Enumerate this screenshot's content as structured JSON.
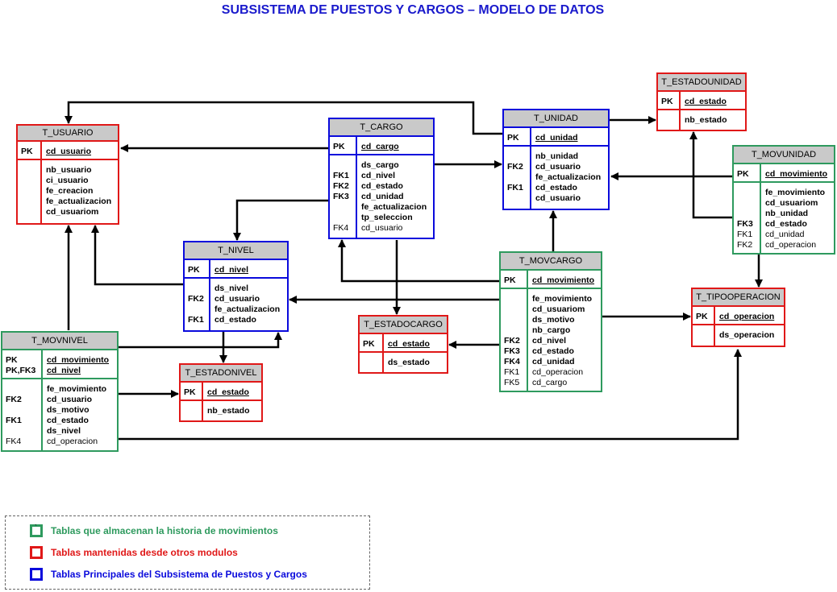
{
  "title": "SUBSISTEMA DE PUESTOS Y CARGOS – MODELO DE DATOS",
  "colors": {
    "history": "#2e9a5e",
    "external": "#e01818",
    "main": "#0a0adc",
    "header": "#c9c9c9"
  },
  "tables": {
    "t_usuario": {
      "name": "T_USUARIO",
      "pk": {
        "key": "PK",
        "field": "cd_usuario"
      },
      "rows": [
        {
          "key": "",
          "field": "nb_usuario",
          "bold": true
        },
        {
          "key": "",
          "field": "ci_usuario",
          "bold": true
        },
        {
          "key": "",
          "field": "fe_creacion",
          "bold": true
        },
        {
          "key": "",
          "field": "fe_actualizacion",
          "bold": true
        },
        {
          "key": "",
          "field": "cd_usuariom",
          "bold": true
        }
      ]
    },
    "t_cargo": {
      "name": "T_CARGO",
      "pk": {
        "key": "PK",
        "field": "cd_cargo"
      },
      "rows": [
        {
          "key": "",
          "field": "ds_cargo",
          "bold": true
        },
        {
          "key": "FK1",
          "field": "cd_nivel",
          "bold": true
        },
        {
          "key": "FK2",
          "field": "cd_estado",
          "bold": true
        },
        {
          "key": "FK3",
          "field": "cd_unidad",
          "bold": true
        },
        {
          "key": "",
          "field": "fe_actualizacion",
          "bold": true
        },
        {
          "key": "",
          "field": "tp_seleccion",
          "bold": true
        },
        {
          "key": "FK4",
          "field": "cd_usuario",
          "bold": false
        }
      ]
    },
    "t_unidad": {
      "name": "T_UNIDAD",
      "pk": {
        "key": "PK",
        "field": "cd_unidad"
      },
      "rows": [
        {
          "key": "",
          "field": "nb_unidad",
          "bold": true
        },
        {
          "key": "FK2",
          "field": "cd_usuario",
          "bold": true
        },
        {
          "key": "",
          "field": "fe_actualizacion",
          "bold": true
        },
        {
          "key": "FK1",
          "field": "cd_estado",
          "bold": true
        },
        {
          "key": "",
          "field": "cd_usuario",
          "bold": true
        }
      ]
    },
    "t_estadounidad": {
      "name": "T_ESTADOUNIDAD",
      "pk": {
        "key": "PK",
        "field": "cd_estado"
      },
      "rows": [
        {
          "key": "",
          "field": "nb_estado",
          "bold": true
        }
      ]
    },
    "t_movunidad": {
      "name": "T_MOVUNIDAD",
      "pk": {
        "key": "PK",
        "field": "cd_movimiento"
      },
      "rows": [
        {
          "key": "",
          "field": "fe_movimiento",
          "bold": true
        },
        {
          "key": "",
          "field": "cd_usuariom",
          "bold": true
        },
        {
          "key": "",
          "field": "nb_unidad",
          "bold": true
        },
        {
          "key": "FK3",
          "field": "cd_estado",
          "bold": true
        },
        {
          "key": "FK1",
          "field": "cd_unidad",
          "bold": false
        },
        {
          "key": "FK2",
          "field": "cd_operacion",
          "bold": false
        }
      ]
    },
    "t_nivel": {
      "name": "T_NIVEL",
      "pk": {
        "key": "PK",
        "field": "cd_nivel"
      },
      "rows": [
        {
          "key": "",
          "field": "ds_nivel",
          "bold": true
        },
        {
          "key": "FK2",
          "field": "cd_usuario",
          "bold": true
        },
        {
          "key": "",
          "field": "fe_actualizacion",
          "bold": true
        },
        {
          "key": "FK1",
          "field": "cd_estado",
          "bold": true
        }
      ]
    },
    "t_movcargo": {
      "name": "T_MOVCARGO",
      "pk": {
        "key": "PK",
        "field": "cd_movimiento"
      },
      "rows": [
        {
          "key": "",
          "field": "fe_movimiento",
          "bold": true
        },
        {
          "key": "",
          "field": "cd_usuariom",
          "bold": true
        },
        {
          "key": "",
          "field": "ds_motivo",
          "bold": true
        },
        {
          "key": "",
          "field": "nb_cargo",
          "bold": true
        },
        {
          "key": "FK2",
          "field": "cd_nivel",
          "bold": true
        },
        {
          "key": "FK3",
          "field": "cd_estado",
          "bold": true
        },
        {
          "key": "FK4",
          "field": "cd_unidad",
          "bold": true
        },
        {
          "key": "FK1",
          "field": "cd_operacion",
          "bold": false
        },
        {
          "key": "FK5",
          "field": "cd_cargo",
          "bold": false
        }
      ]
    },
    "t_tipooperacion": {
      "name": "T_TIPOOPERACION",
      "pk": {
        "key": "PK",
        "field": "cd_operacion"
      },
      "rows": [
        {
          "key": "",
          "field": "ds_operacion",
          "bold": true
        }
      ]
    },
    "t_estadocargo": {
      "name": "T_ESTADOCARGO",
      "pk": {
        "key": "PK",
        "field": "cd_estado"
      },
      "rows": [
        {
          "key": "",
          "field": "ds_estado",
          "bold": true
        }
      ]
    },
    "t_movnivel": {
      "name": "T_MOVNIVEL",
      "pk": {
        "key": "PK",
        "field": "cd_movimiento"
      },
      "pk2": {
        "key": "PK,FK3",
        "field": "cd_nivel"
      },
      "rows": [
        {
          "key": "",
          "field": "fe_movimiento",
          "bold": true
        },
        {
          "key": "FK2",
          "field": "cd_usuario",
          "bold": true
        },
        {
          "key": "",
          "field": "ds_motivo",
          "bold": true
        },
        {
          "key": "FK1",
          "field": "cd_estado",
          "bold": true
        },
        {
          "key": "",
          "field": "ds_nivel",
          "bold": true
        },
        {
          "key": "FK4",
          "field": "cd_operacion",
          "bold": false
        }
      ]
    },
    "t_estadonivel": {
      "name": "T_ESTADONIVEL",
      "pk": {
        "key": "PK",
        "field": "cd_estado"
      },
      "rows": [
        {
          "key": "",
          "field": "nb_estado",
          "bold": true
        }
      ]
    }
  },
  "legend": {
    "history_mark": "`",
    "history": "Tablas que almacenan la historia de movimientos",
    "external": "Tablas mantenidas desde otros modulos",
    "main": "Tablas Principales del Subsistema de Puestos y Cargos"
  }
}
